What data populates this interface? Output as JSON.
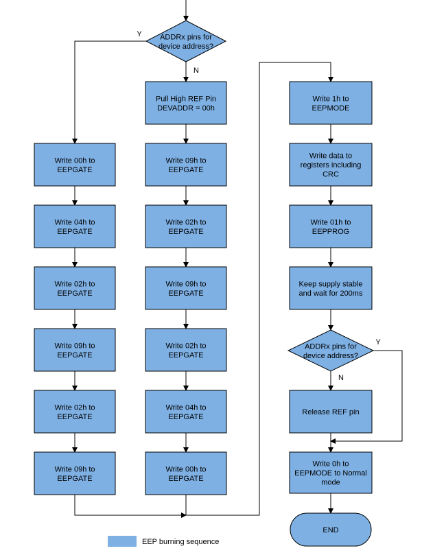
{
  "colors": {
    "box_fill": "#7eb0e4",
    "stroke": "#000000"
  },
  "left_decision": {
    "text_lines": [
      "ADDRx pins for",
      "device address?"
    ],
    "yes_label": "Y",
    "no_label": "N"
  },
  "pull_high": {
    "text_lines": [
      "Pull High REF Pin",
      "DEVADDR = 00h"
    ]
  },
  "column_a": [
    {
      "text_lines": [
        "Write 00h to",
        "EEPGATE"
      ]
    },
    {
      "text_lines": [
        "Write 04h to",
        "EEPGATE"
      ]
    },
    {
      "text_lines": [
        "Write 02h to",
        "EEPGATE"
      ]
    },
    {
      "text_lines": [
        "Write 09h to",
        "EEPGATE"
      ]
    },
    {
      "text_lines": [
        "Write 02h to",
        "EEPGATE"
      ]
    },
    {
      "text_lines": [
        "Write 09h to",
        "EEPGATE"
      ]
    }
  ],
  "column_b": [
    {
      "text_lines": [
        "Write 09h to",
        "EEPGATE"
      ]
    },
    {
      "text_lines": [
        "Write 02h to",
        "EEPGATE"
      ]
    },
    {
      "text_lines": [
        "Write 09h to",
        "EEPGATE"
      ]
    },
    {
      "text_lines": [
        "Write 02h to",
        "EEPGATE"
      ]
    },
    {
      "text_lines": [
        "Write 04h to",
        "EEPGATE"
      ]
    },
    {
      "text_lines": [
        "Write 00h to",
        "EEPGATE"
      ]
    }
  ],
  "column_c": [
    {
      "text_lines": [
        "Write 1h to",
        "EEPMODE"
      ]
    },
    {
      "text_lines": [
        "Write data to",
        "registers including",
        "CRC"
      ]
    },
    {
      "text_lines": [
        "Write 01h to",
        "EEPPROG"
      ]
    },
    {
      "text_lines": [
        "Keep supply stable",
        "and wait for 200ms"
      ]
    }
  ],
  "right_decision": {
    "text_lines": [
      "ADDRx pins for",
      "device address?"
    ],
    "yes_label": "Y",
    "no_label": "N"
  },
  "release": {
    "text_lines": [
      "Release REF pin"
    ]
  },
  "normal_mode": {
    "text_lines": [
      "Write 0h to",
      "EEPMODE to Normal",
      "mode"
    ]
  },
  "end": {
    "text_lines": [
      "END"
    ]
  },
  "legend": {
    "label": "EEP burning sequence"
  }
}
